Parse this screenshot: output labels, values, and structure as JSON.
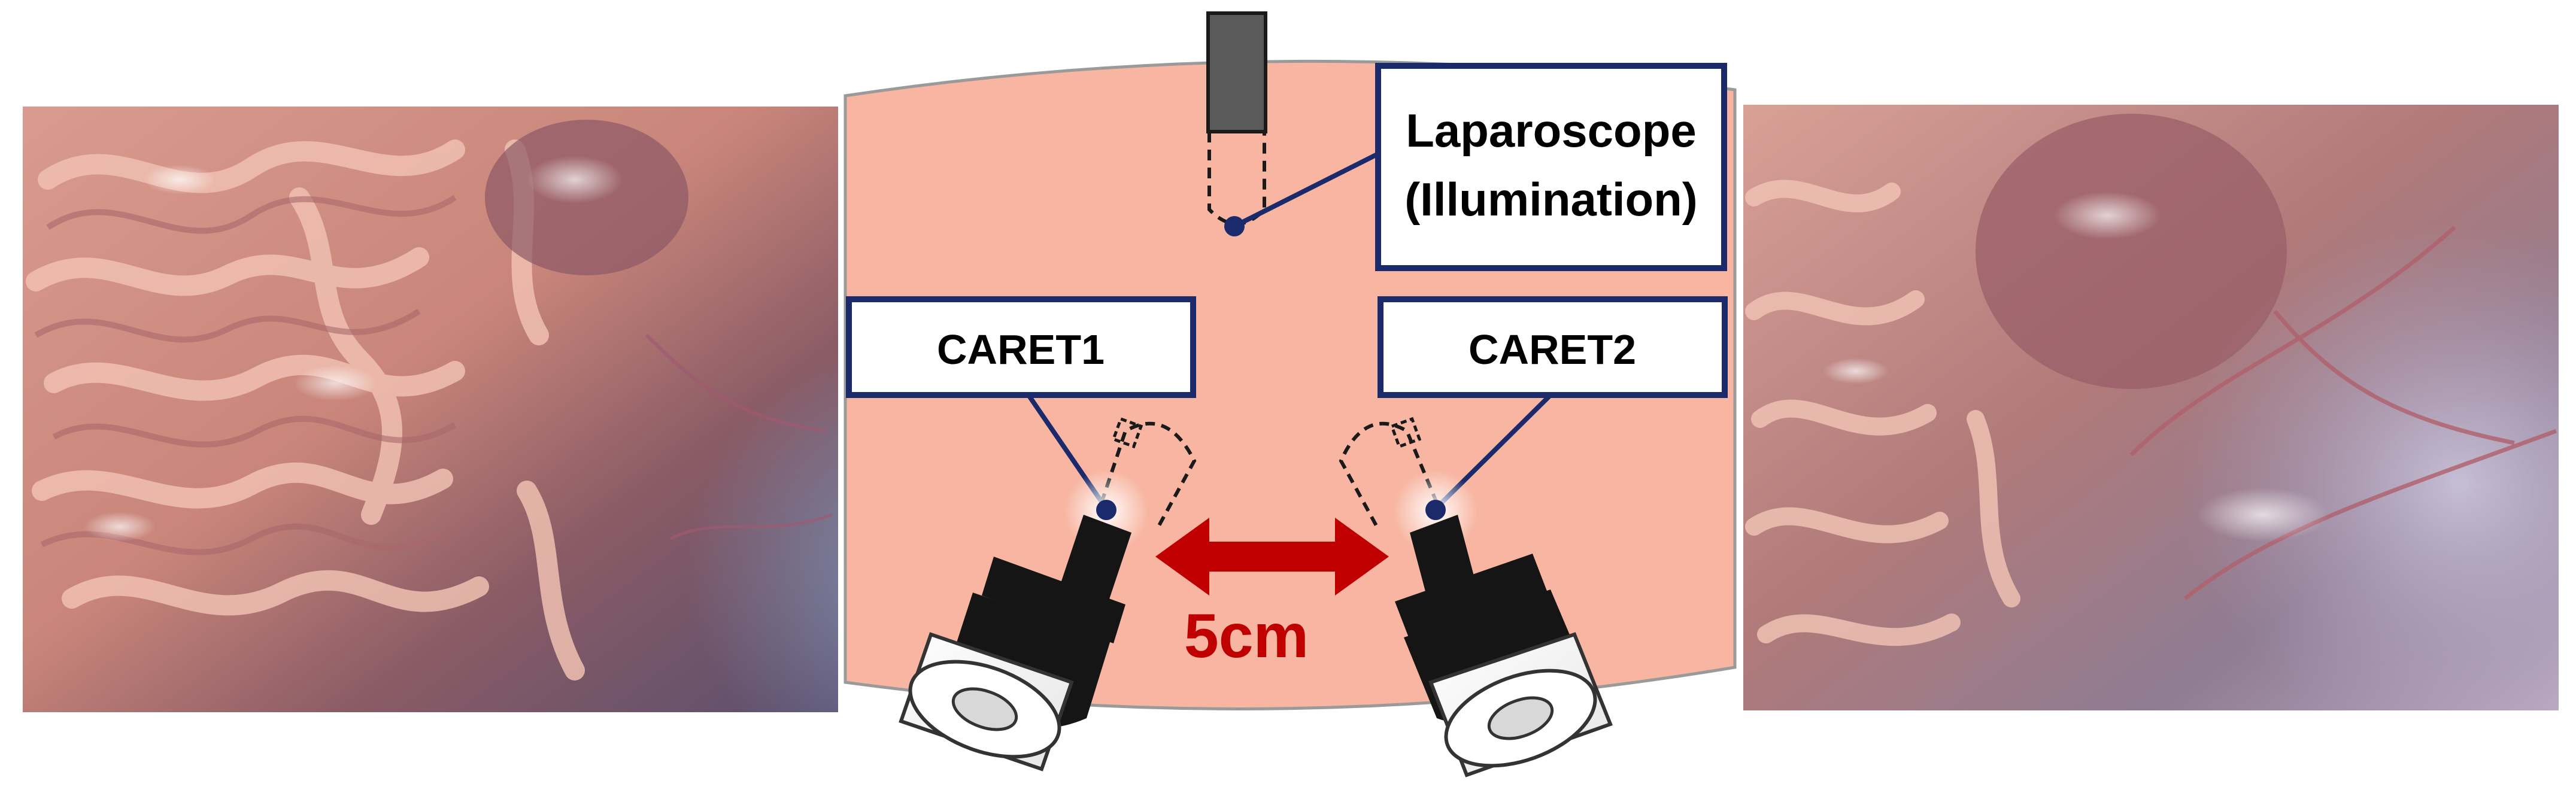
{
  "labels": {
    "laparoscope": "Laparoscope",
    "illumination": "(Illumination)",
    "caret1": "CARET1",
    "caret2": "CARET2",
    "distance": "5cm"
  },
  "images": {
    "left_view": "tissue-photo",
    "right_view": "tissue-photo"
  },
  "colors": {
    "tissue_bg": "#f8b6a2",
    "callout_border": "#1a2a6b",
    "arrow": "#c00000",
    "instrument": "#5a5a5a",
    "camera_body": "#151515"
  }
}
